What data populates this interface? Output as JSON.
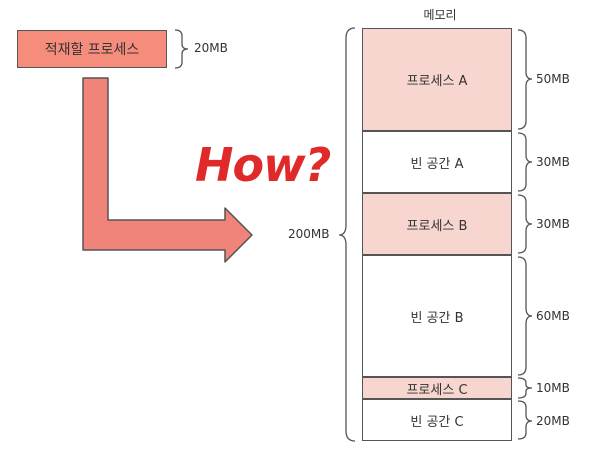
{
  "process_to_load": {
    "label": "적재할 프로세스",
    "size": "20MB",
    "fill": "#f58c7c"
  },
  "memory": {
    "title": "메모리",
    "total": "200MB",
    "blocks": [
      {
        "label": "프로세스 A",
        "size": "50MB",
        "filled": true
      },
      {
        "label": "빈 공간 A",
        "size": "30MB",
        "filled": false
      },
      {
        "label": "프로세스 B",
        "size": "30MB",
        "filled": true
      },
      {
        "label": "빈 공간 B",
        "size": "60MB",
        "filled": false
      },
      {
        "label": "프로세스 C",
        "size": "10MB",
        "filled": true
      },
      {
        "label": "빈 공간 C",
        "size": "20MB",
        "filled": false
      }
    ]
  },
  "question": "How?",
  "colors": {
    "process_fill": "#f8d6d0",
    "empty_fill": "#ffffff",
    "arrow_fill": "#f0837a",
    "question_color": "#e02a2a",
    "stroke": "#555555"
  }
}
